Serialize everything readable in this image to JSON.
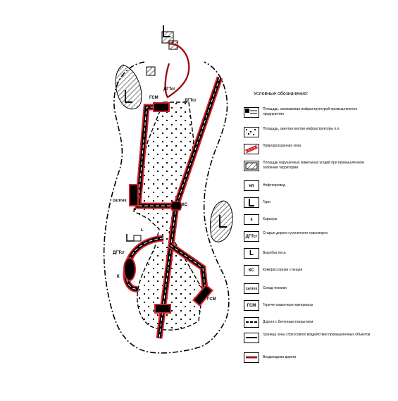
{
  "map_labels": {
    "dgt_top": "ДГТсг",
    "dgt_right": "ДГТсг",
    "gsm_top": "ГСМ",
    "skl_west": "склтех",
    "ks": "КС",
    "l_mark": "L",
    "dgt_left": "ДГТсг",
    "k_mark": "К",
    "gsm_bottom": "ГСМ",
    "gsm_right": "ГСМ"
  },
  "legend": {
    "title": "Условные обозначения:",
    "items": [
      {
        "symbol": "industrial-area-icon",
        "text": "Площадь, занимаемая инфраструктурой промышленного предприятия"
      },
      {
        "symbol": "inner-area-icon",
        "text": "Площадь, занятая внутри инфраструктуры п.п."
      },
      {
        "symbol": "protected-zone-icon",
        "text": "Природоохранная зона"
      },
      {
        "symbol": "disturbed-lands-icon",
        "text": "Площадь нарушенных земельных угодий при промышленном освоении территории"
      },
      {
        "symbol": "pipeline-icon",
        "symbol_text": "нп",
        "text": "Нефтепровод"
      },
      {
        "symbol": "burn-area-icon",
        "text": "Гари"
      },
      {
        "symbol": "quarry-icon",
        "symbol_text": "к",
        "text": "Карьеры"
      },
      {
        "symbol": "tracked-roads-icon",
        "symbol_text": "ДГТсг",
        "text": "Старые дороги гусеничного транспорта"
      },
      {
        "symbol": "logging-icon",
        "symbol_text": "L",
        "text": "Вырубка леса"
      },
      {
        "symbol": "compressor-icon",
        "symbol_text": "КС",
        "text": "Компрессорная станция"
      },
      {
        "symbol": "warehouse-icon",
        "symbol_text": "склтех",
        "text": "Склад техники"
      },
      {
        "symbol": "fuel-icon",
        "symbol_text": "ГСМ",
        "text": "Горюче-смазочные материалы"
      },
      {
        "symbol": "concrete-road-icon",
        "text": "Дороги с бетонным покрытием"
      },
      {
        "symbol": "stress-boundary-icon",
        "text": "Граница зоны стрессового воздействия промышленных объектов"
      },
      {
        "symbol": "winter-road-icon",
        "text": "Вездеходная дорога"
      }
    ]
  },
  "colors": {
    "zone_red": "#d8222a",
    "ink": "#000000"
  }
}
